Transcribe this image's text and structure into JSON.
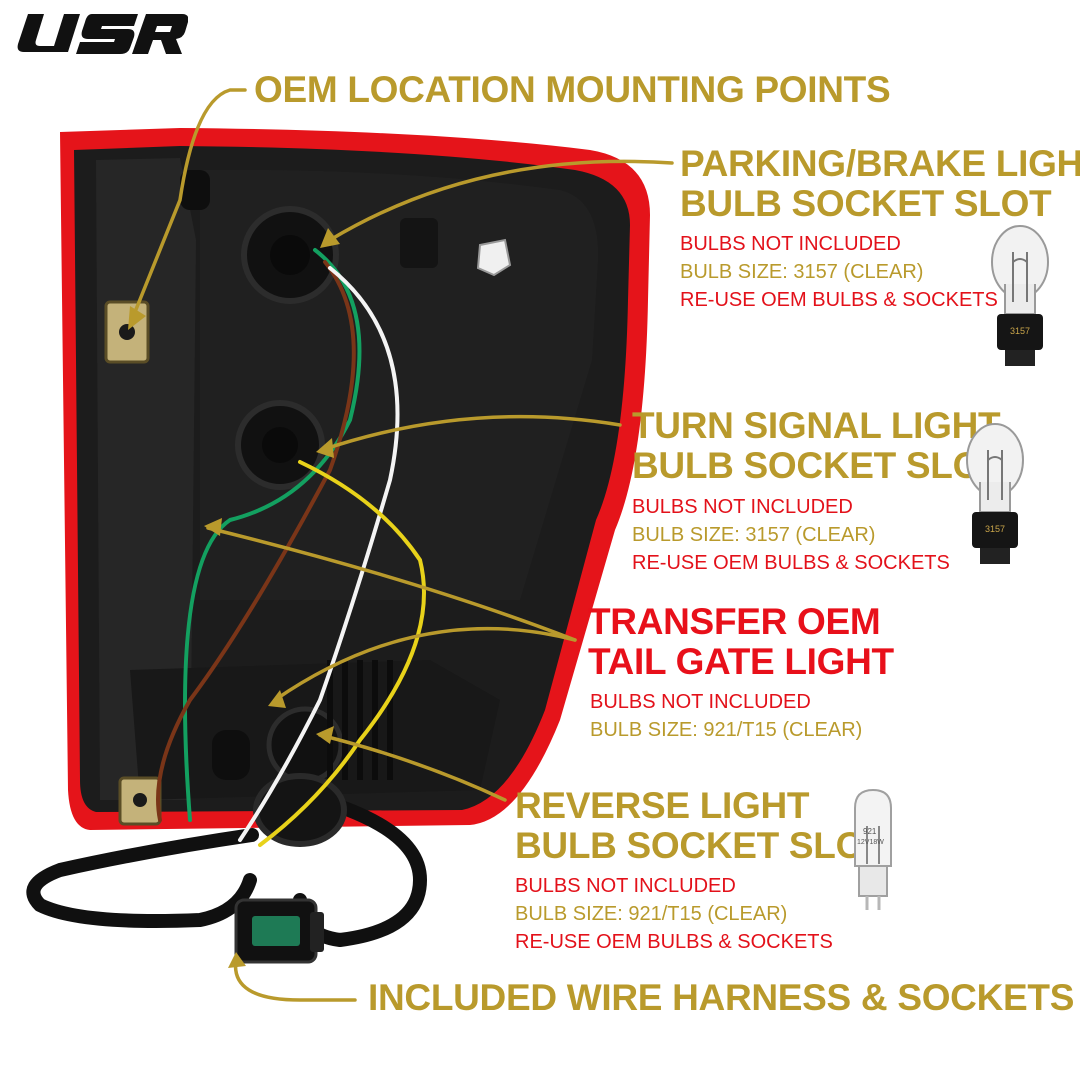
{
  "brand": {
    "name": "USR"
  },
  "colors": {
    "gold": "#b99a2c",
    "red": "#e3111a",
    "housing": "#1b1b1b"
  },
  "callouts": {
    "mounting": {
      "title": "OEM LOCATION MOUNTING POINTS"
    },
    "parking": {
      "title_line1": "PARKING/BRAKE LIGHT",
      "title_line2": "BULB SOCKET SLOT",
      "note_not_included": "BULBS NOT INCLUDED",
      "note_bulb_size": "BULB SIZE: 3157 (CLEAR)",
      "note_reuse": "RE-USE OEM BULBS & SOCKETS"
    },
    "turn": {
      "title_line1": "TURN SIGNAL LIGHT",
      "title_line2": "BULB SOCKET SLOT",
      "note_not_included": "BULBS NOT INCLUDED",
      "note_bulb_size": "BULB SIZE: 3157 (CLEAR)",
      "note_reuse": "RE-USE OEM BULBS & SOCKETS"
    },
    "tailgate": {
      "title_line1": "TRANSFER OEM",
      "title_line2": "TAIL GATE LIGHT",
      "note_not_included": "BULBS NOT INCLUDED",
      "note_bulb_size": "BULB SIZE: 921/T15 (CLEAR)"
    },
    "reverse": {
      "title_line1": "REVERSE LIGHT",
      "title_line2": "BULB SOCKET SLOT",
      "note_not_included": "BULBS NOT INCLUDED",
      "note_bulb_size": "BULB SIZE: 921/T15 (CLEAR)",
      "note_reuse": "RE-USE OEM BULBS & SOCKETS"
    },
    "harness": {
      "title": "INCLUDED WIRE HARNESS & SOCKETS"
    }
  },
  "bulbs": {
    "b3157_label": "3157",
    "b921_label_line1": "921",
    "b921_label_line2": "12V18W"
  }
}
